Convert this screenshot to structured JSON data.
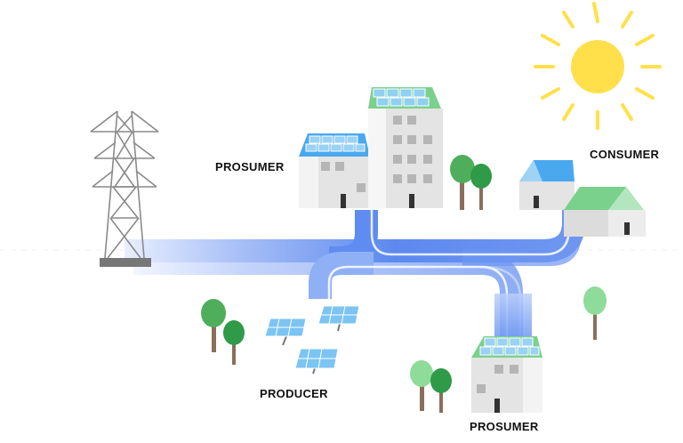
{
  "labels": {
    "prosumer_top": "PROSUMER",
    "consumer": "CONSUMER",
    "producer": "PRODUCER",
    "prosumer_bottom": "PROSUMER"
  },
  "colors": {
    "flow_light": "#c7d6fb",
    "flow_mid": "#7fa2f3",
    "flow_dark": "#4f7fee",
    "sun": "#ffe04a",
    "tree_green": "#4fae5c",
    "tree_dark": "#2f9a48",
    "roof_blue": "#4aa8ef",
    "roof_green": "#7ad18c",
    "solar_panel": "#7cc4f2",
    "building_wall": "#eeeeee",
    "tower": "#8a8a8a"
  },
  "icons": [
    "transmission-tower-icon",
    "sun-icon",
    "solar-panel-icon",
    "tree-icon",
    "house-icon",
    "building-icon"
  ]
}
